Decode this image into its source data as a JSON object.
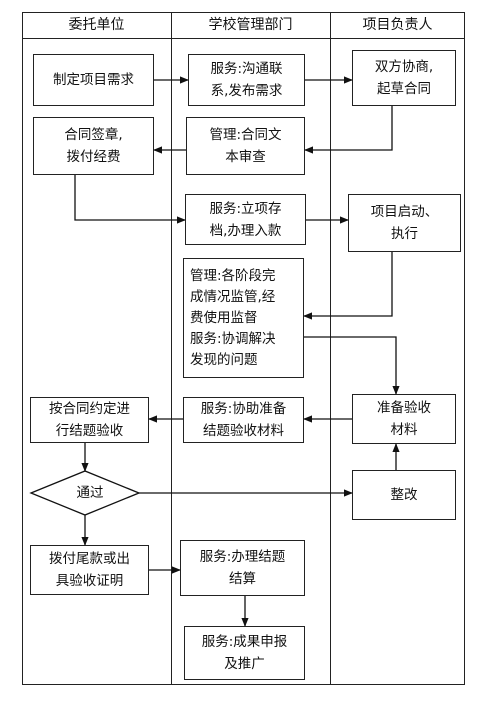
{
  "headers": {
    "col1": "委托单位",
    "col2": "学校管理部门",
    "col3": "项目负责人"
  },
  "nodes": {
    "n1": "制定项目需求",
    "n2": "服务:沟通联\n系,发布需求",
    "n3": "双方协商,\n起草合同",
    "n4": "管理:合同文\n本审查",
    "n5": "合同签章,\n拨付经费",
    "n6": "服务:立项存\n档,办理入款",
    "n7": "项目启动、\n执行",
    "n8": "管理:各阶段完\n成情况监管,经\n费使用监督\n服务:协调解决\n发现的问题",
    "n9": "准备验收\n材料",
    "n10": "服务:协助准备\n结题验收材料",
    "n11": "按合同约定进\n行结题验收",
    "n12": "通过",
    "n13": "整改",
    "n14": "拨付尾款或出\n具验收证明",
    "n15": "服务:办理结题\n结算",
    "n16": "服务:成果申报\n及推广"
  }
}
